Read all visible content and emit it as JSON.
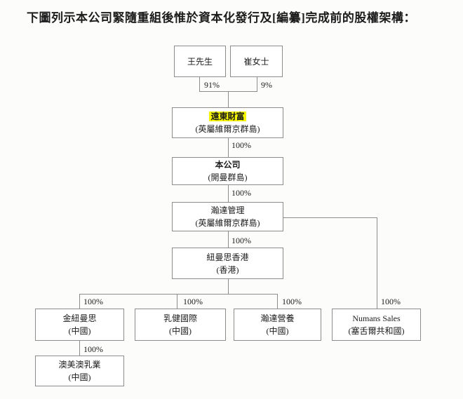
{
  "title": "下圖列示本公司緊隨重組後惟於資本化發行及[編纂]完成前的股權架構：",
  "diagram": {
    "type": "org-chart",
    "highlight_color": "#f5f500",
    "nodes": [
      {
        "name": "王先生",
        "jurisdiction": ""
      },
      {
        "name": "崔女士",
        "jurisdiction": ""
      },
      {
        "name": "遠東財富",
        "jurisdiction": "(英屬維爾京群島)",
        "highlighted": true
      },
      {
        "name": "本公司",
        "jurisdiction": "(開曼群島)",
        "bold": true
      },
      {
        "name": "瀚達管理",
        "jurisdiction": "(英屬維爾京群島)"
      },
      {
        "name": "紐曼思香港",
        "jurisdiction": "(香港)"
      },
      {
        "name": "金紐曼思",
        "jurisdiction": "(中國)"
      },
      {
        "name": "乳健國際",
        "jurisdiction": "(中國)"
      },
      {
        "name": "瀚達營養",
        "jurisdiction": "(中國)"
      },
      {
        "name": "Numans Sales",
        "jurisdiction": "(塞舌爾共和國)"
      },
      {
        "name": "澳美澳乳業",
        "jurisdiction": "(中國)"
      }
    ],
    "edges": [
      {
        "from": "王先生",
        "to": "遠東財富",
        "label": "91%"
      },
      {
        "from": "崔女士",
        "to": "遠東財富",
        "label": "9%"
      },
      {
        "from": "遠東財富",
        "to": "本公司",
        "label": "100%"
      },
      {
        "from": "本公司",
        "to": "瀚達管理",
        "label": "100%"
      },
      {
        "from": "瀚達管理",
        "to": "紐曼思香港",
        "label": "100%"
      },
      {
        "from": "紐曼思香港",
        "to": "金紐曼思",
        "label": "100%"
      },
      {
        "from": "紐曼思香港",
        "to": "乳健國際",
        "label": "100%"
      },
      {
        "from": "紐曼思香港",
        "to": "瀚達營養",
        "label": "100%"
      },
      {
        "from": "瀚達管理",
        "to": "Numans Sales",
        "label": "100%"
      },
      {
        "from": "金紐曼思",
        "to": "澳美澳乳業",
        "label": "100%"
      }
    ]
  }
}
